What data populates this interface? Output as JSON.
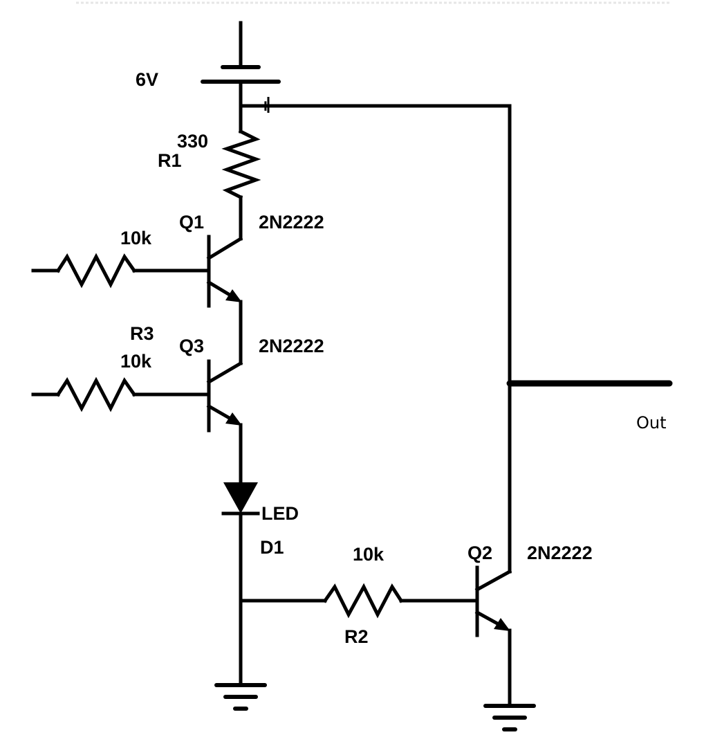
{
  "labels": {
    "battery_voltage": "6V",
    "battery_polarity": "+",
    "r1_value": "330",
    "r1_name": "R1",
    "q1_name": "Q1",
    "q1_part": "2N2222",
    "q1_base_res": "10k",
    "r3_name": "R3",
    "r3_value": "10k",
    "q3_name": "Q3",
    "q3_part": "2N2222",
    "led_type": "LED",
    "led_name": "D1",
    "r2_value": "10k",
    "r2_name": "R2",
    "q2_name": "Q2",
    "q2_part": "2N2222",
    "output": "Out"
  },
  "colors": {
    "ink": "#000000",
    "background": "#ffffff"
  }
}
